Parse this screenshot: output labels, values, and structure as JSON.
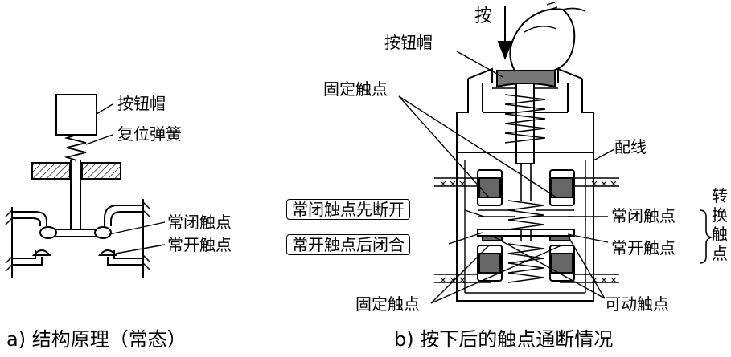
{
  "left_diagram": {
    "caption": "a) 结构原理（常态）",
    "labels": {
      "button_cap": "按钮帽",
      "return_spring": "复位弹簧",
      "nc_contact": "常闭触点",
      "no_contact": "常开触点"
    }
  },
  "right_diagram": {
    "caption": "b) 按下后的触点通断情况",
    "labels": {
      "press": "按",
      "button_cap": "按钮帽",
      "fixed_contact_top": "固定触点",
      "wiring": "配线",
      "nc_first_open": "常闭触点先断开",
      "no_then_close": "常开触点后闭合",
      "nc_contact": "常闭触点",
      "no_contact": "常开触点",
      "changeover_contact": "转换触点",
      "fixed_contact_bottom": "固定触点",
      "movable_contact": "可动触点"
    }
  }
}
